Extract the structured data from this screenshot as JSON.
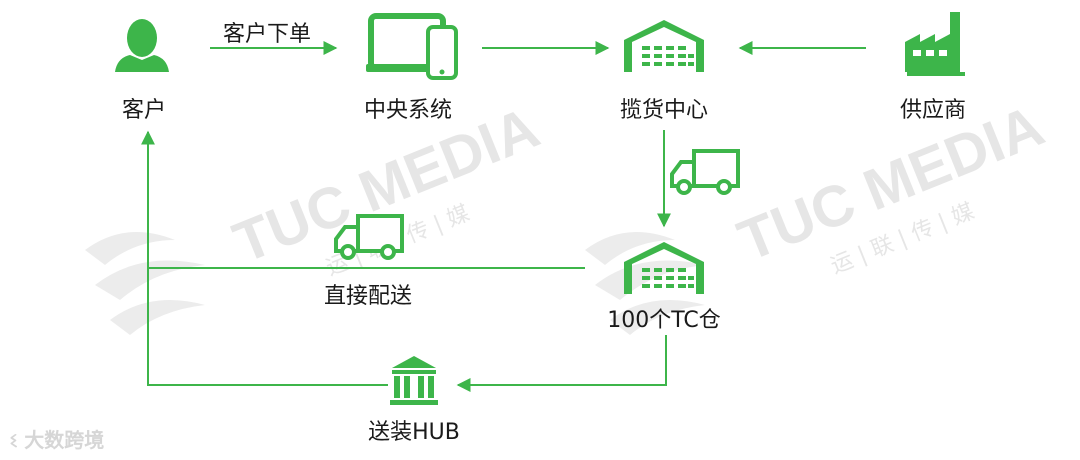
{
  "nodes": {
    "customer": "客户",
    "central_system": "中央系统",
    "collection_center": "揽货中心",
    "supplier": "供应商",
    "tc_warehouse": "100个TC仓",
    "delivery_hub": "送装HUB"
  },
  "edges": {
    "customer_order": "客户下单",
    "direct_delivery": "直接配送"
  },
  "watermark": {
    "brand": "TUC MEDIA",
    "sub": "运 | 联 | 传 | 媒"
  },
  "footer": "大数跨境",
  "colors": {
    "accent": "#3db54a",
    "watermark": "#e6e6e6"
  },
  "icons": [
    "person-icon",
    "tablet-phone-icon",
    "warehouse-icon",
    "factory-icon",
    "truck-icon",
    "bank-building-icon"
  ]
}
